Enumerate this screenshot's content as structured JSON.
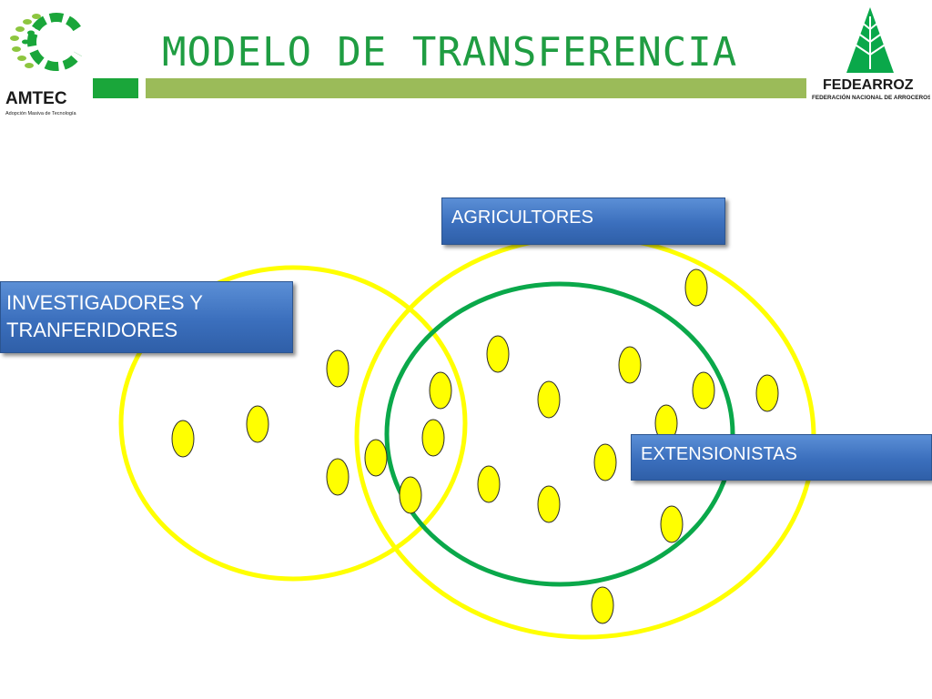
{
  "title": "MODELO DE TRANSFERENCIA",
  "logo_left": {
    "name": "AMTEC",
    "tagline": "Adopción Masiva de Tecnología"
  },
  "logo_right": {
    "name": "FEDEARROZ",
    "tagline": "FEDERACIÓN NACIONAL DE ARROCEROS"
  },
  "labels": {
    "agricultores": "AGRICULTORES",
    "investigadores_line1": "INVESTIGADORES Y",
    "investigadores_line2": "TRANFERIDORES",
    "extensionistas": "EXTENSIONISTAS"
  },
  "colors": {
    "title_green": "#1f9d42",
    "bar_dark": "#1aa63a",
    "bar_light": "#9bbb59",
    "yellow_ring": "#ffff00",
    "green_ring": "#0aa84a",
    "dot_fill": "#ffff00",
    "label_blue": "#3b6fbd"
  }
}
